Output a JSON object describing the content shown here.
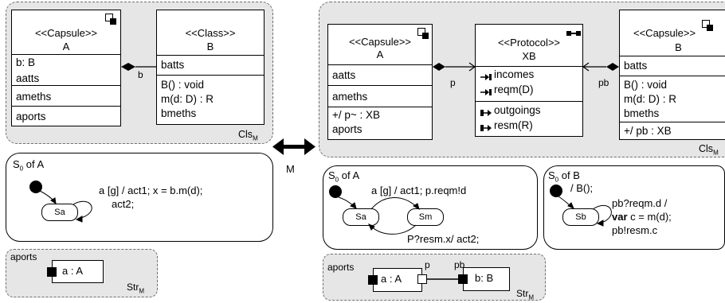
{
  "left_model": {
    "cls": {
      "label": "Cls",
      "sub": "M"
    },
    "capsule_a": {
      "stereotype": "<<Capsule>>",
      "name": "A",
      "attr1": "b: B",
      "attr2": "aatts",
      "meths": "ameths",
      "ports": "aports"
    },
    "class_b": {
      "stereotype": "<<Class>>",
      "name": "B",
      "attrs": "batts",
      "op1": "B() : void",
      "op2": "m(d: D) : R",
      "meths": "bmeths"
    },
    "assoc_role": "b",
    "sm": {
      "title_s": "S",
      "title_sub": "0",
      "title_rest": " of A",
      "state": "Sa",
      "transition_line1": "a [g] / act1; x =  b.m(d);",
      "transition_line2": "act2;"
    },
    "str": {
      "label": "Str",
      "sub": "M",
      "ports": "aports",
      "part": "a : A"
    }
  },
  "mapping": {
    "label": "M"
  },
  "right_model": {
    "cls": {
      "label": "Cls",
      "sub": "M"
    },
    "capsule_a": {
      "stereotype": "<<Capsule>>",
      "name": "A",
      "attrs": "aatts",
      "meths": "ameths",
      "port_attr": "+/ p~ : XB",
      "ports": "aports"
    },
    "protocol_xb": {
      "stereotype": "<<Protocol>>",
      "name": "XB",
      "in1": "incomes",
      "in2": "reqm(D)",
      "out1": "outgoings",
      "out2": "resm(R)"
    },
    "capsule_b": {
      "stereotype": "<<Capsule>>",
      "name": "B",
      "attrs": "batts",
      "op1": "B() : void",
      "op2": "m(d: D) : R",
      "meths": "bmeths",
      "port_attr": "+/ pb : XB"
    },
    "role_p": "p",
    "role_pb": "pb",
    "sm_a": {
      "title_s": "S",
      "title_sub": "0",
      "title_rest": " of A",
      "state1": "Sa",
      "state2": "Sm",
      "trans1": "a [g] / act1;  p.reqm!d",
      "trans2": "P?resm.x/ act2;"
    },
    "sm_b": {
      "title_s": "S",
      "title_sub": "0",
      "title_rest": " of B",
      "init_label": "/  B();",
      "state": "Sb",
      "line1": "pb?reqm.d /",
      "line2_kw": "var",
      "line2_rest": " c = m(d);",
      "line3": "pb!resm.c"
    },
    "str": {
      "label": "Str",
      "sub": "M",
      "ports": "aports",
      "part_a": "a : A",
      "part_b": "b: B",
      "port_p": "p",
      "port_pb": "pb"
    }
  }
}
